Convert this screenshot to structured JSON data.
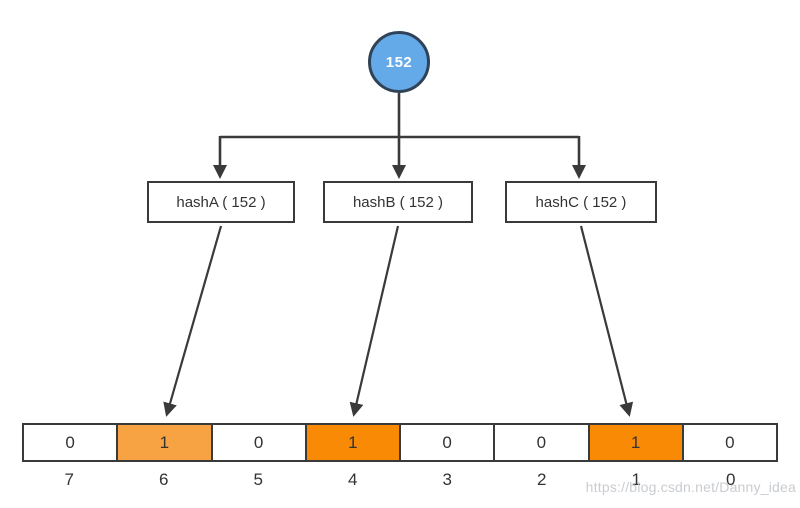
{
  "diagram": {
    "node": {
      "value": "152"
    },
    "hash_boxes": [
      {
        "label": "hashA ( 152 )"
      },
      {
        "label": "hashB ( 152 )"
      },
      {
        "label": "hashC ( 152 )"
      }
    ],
    "bit_array": {
      "cells": [
        {
          "index": "7",
          "value": "0",
          "bg": "#FFFFFF"
        },
        {
          "index": "6",
          "value": "1",
          "bg": "#F7A243"
        },
        {
          "index": "5",
          "value": "0",
          "bg": "#FFFFFF"
        },
        {
          "index": "4",
          "value": "1",
          "bg": "#F88A05"
        },
        {
          "index": "3",
          "value": "0",
          "bg": "#FFFFFF"
        },
        {
          "index": "2",
          "value": "0",
          "bg": "#FFFFFF"
        },
        {
          "index": "1",
          "value": "1",
          "bg": "#F88A05"
        },
        {
          "index": "0",
          "value": "0",
          "bg": "#FFFFFF"
        }
      ]
    },
    "watermark": "https://blog.csdn.net/Danny_idea",
    "colors": {
      "node_fill": "#64A9E8",
      "node_border": "#2F4358",
      "line": "#3A3A3A",
      "active_light": "#F7A243",
      "active_dark": "#F88A05"
    }
  }
}
